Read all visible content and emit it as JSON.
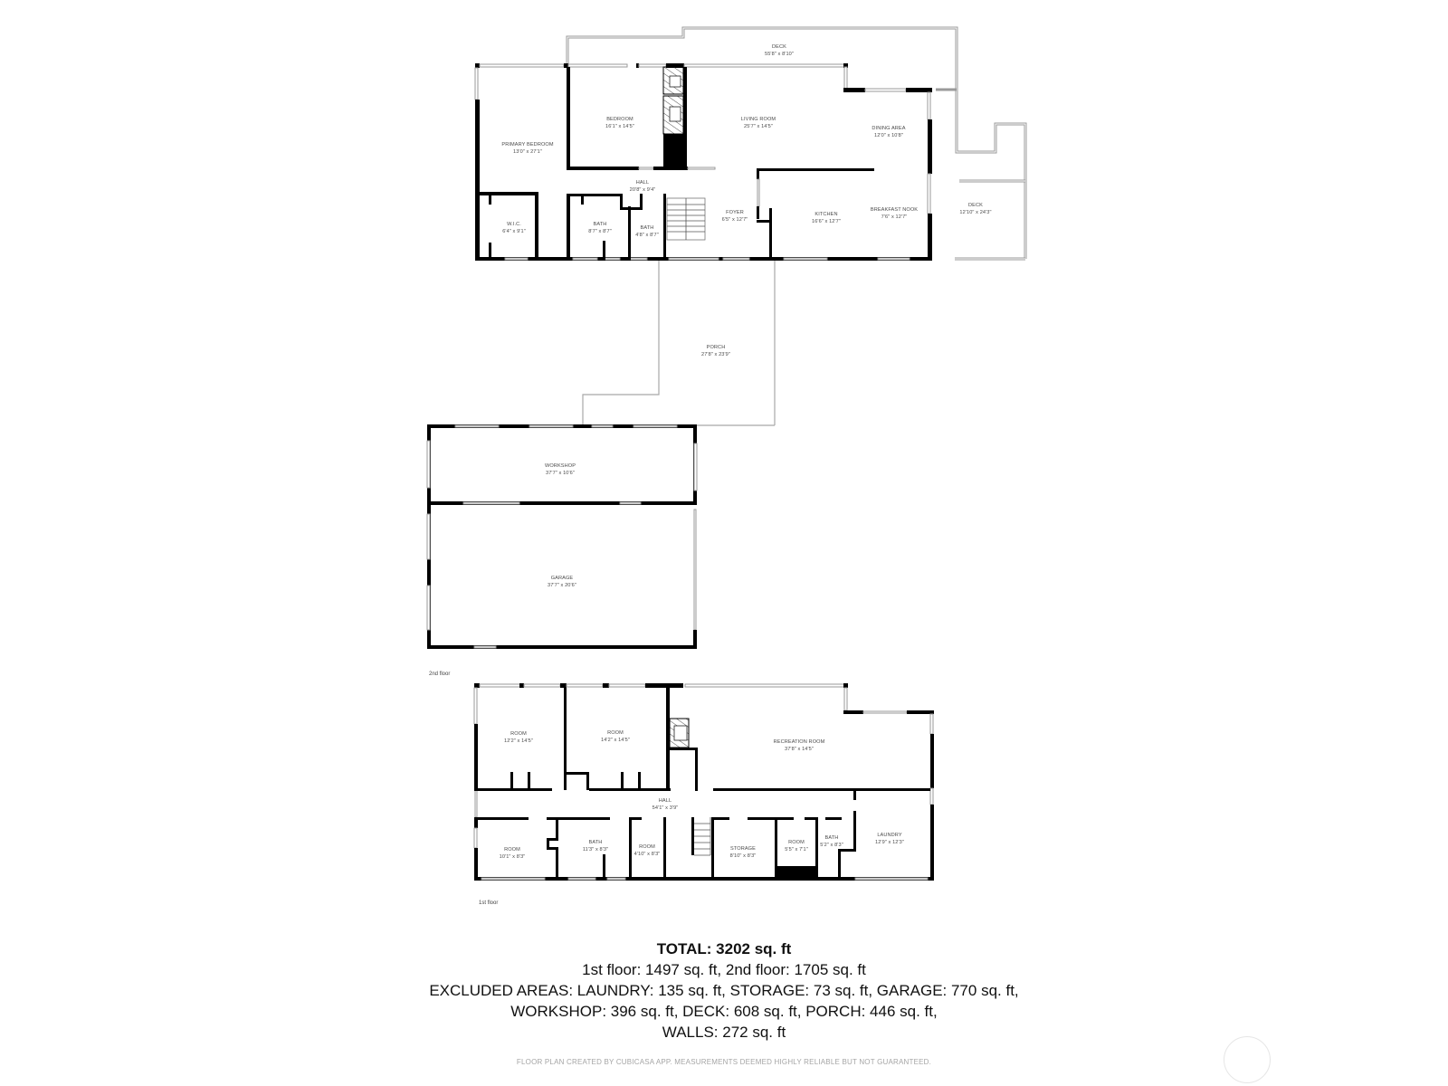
{
  "floor_labels": {
    "upper": "2nd floor",
    "lower": "1st floor"
  },
  "upper_floor": {
    "rooms": [
      {
        "name": "DECK",
        "dims": "55'8\" x 8'10\""
      },
      {
        "name": "PRIMARY BEDROOM",
        "dims": "13'0\" x 27'1\""
      },
      {
        "name": "BEDROOM",
        "dims": "16'1\" x 14'5\""
      },
      {
        "name": "LIVING ROOM",
        "dims": "25'7\" x 14'5\""
      },
      {
        "name": "DINING AREA",
        "dims": "12'0\" x 10'8\""
      },
      {
        "name": "HALL",
        "dims": "20'8\" x 9'4\""
      },
      {
        "name": "W.I.C.",
        "dims": "6'4\" x 9'1\""
      },
      {
        "name": "BATH",
        "dims": "8'7\" x 8'7\""
      },
      {
        "name": "BATH",
        "dims": "4'8\" x 8'7\""
      },
      {
        "name": "FOYER",
        "dims": "6'5\" x 12'7\""
      },
      {
        "name": "KITCHEN",
        "dims": "16'6\" x 12'7\""
      },
      {
        "name": "BREAKFAST NOOK",
        "dims": "7'6\" x 12'7\""
      },
      {
        "name": "DECK",
        "dims": "12'10\" x 24'3\""
      },
      {
        "name": "PORCH",
        "dims": "27'8\" x 23'9\""
      },
      {
        "name": "WORKSHOP",
        "dims": "37'7\" x 10'6\""
      },
      {
        "name": "GARAGE",
        "dims": "37'7\" x 20'6\""
      }
    ]
  },
  "lower_floor": {
    "rooms": [
      {
        "name": "ROOM",
        "dims": "12'2\" x 14'5\""
      },
      {
        "name": "ROOM",
        "dims": "14'2\" x 14'5\""
      },
      {
        "name": "RECREATION ROOM",
        "dims": "37'8\" x 14'5\""
      },
      {
        "name": "HALL",
        "dims": "54'1\" x 3'9\""
      },
      {
        "name": "ROOM",
        "dims": "10'1\" x 8'3\""
      },
      {
        "name": "BATH",
        "dims": "11'3\" x 8'3\""
      },
      {
        "name": "ROOM",
        "dims": "4'10\" x 8'3\""
      },
      {
        "name": "STORAGE",
        "dims": "8'10\" x 8'3\""
      },
      {
        "name": "ROOM",
        "dims": "5'5\" x 7'1\""
      },
      {
        "name": "BATH",
        "dims": "5'2\" x 8'3\""
      },
      {
        "name": "LAUNDRY",
        "dims": "12'9\" x 12'3\""
      }
    ]
  },
  "summary": {
    "total": "TOTAL: 3202 sq. ft",
    "floors": "1st floor: 1497 sq. ft, 2nd floor: 1705 sq. ft",
    "excluded_1": "EXCLUDED AREAS: LAUNDRY: 135 sq. ft, STORAGE: 73 sq. ft, GARAGE: 770 sq. ft,",
    "excluded_2": "WORKSHOP: 396 sq. ft, DECK: 608 sq. ft, PORCH: 446 sq. ft,",
    "walls": "WALLS: 272 sq. ft"
  },
  "disclaimer": "FLOOR PLAN CREATED BY CUBICASA APP. MEASUREMENTS DEEMED HIGHLY RELIABLE BUT NOT GUARANTEED."
}
